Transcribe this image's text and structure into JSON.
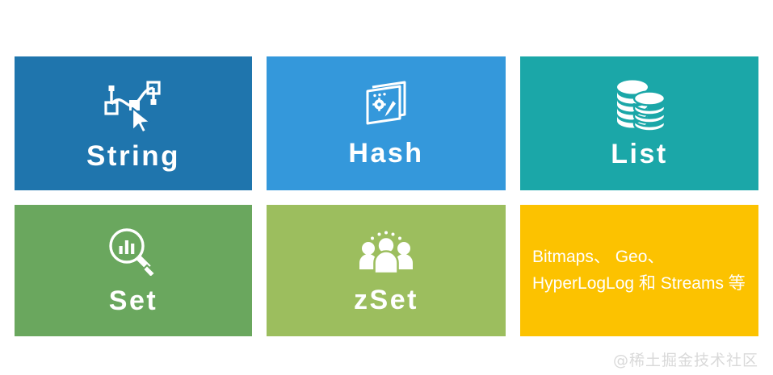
{
  "page": {
    "background": "#ffffff",
    "watermark": "@稀土掘金技术社区"
  },
  "grid": {
    "columns": 3,
    "rows": 2,
    "tiles": [
      {
        "id": "string",
        "label": "String",
        "icon": "bezier-path-node-cursor-icon",
        "color": "#1F75AD",
        "type": "icon-label"
      },
      {
        "id": "hash",
        "label": "Hash",
        "icon": "stacked-panels-gear-wrench-icon",
        "color": "#3498DB",
        "type": "icon-label"
      },
      {
        "id": "list",
        "label": "List",
        "icon": "coin-stacks-icon",
        "color": "#1BA7A8",
        "type": "icon-label"
      },
      {
        "id": "set",
        "label": "Set",
        "icon": "magnifier-bar-chart-icon",
        "color": "#6AA75E",
        "type": "icon-label"
      },
      {
        "id": "zset",
        "label": "zSet",
        "icon": "user-group-icon",
        "color": "#9CBE5E",
        "type": "icon-label"
      },
      {
        "id": "others",
        "label": "Bitmaps、 Geo、HyperLogLog 和 Streams 等",
        "line1": "Bitmaps、 Geo、",
        "line2": "HyperLogLog 和 Streams 等",
        "icon": "",
        "color": "#FCC200",
        "type": "text-only"
      }
    ]
  }
}
